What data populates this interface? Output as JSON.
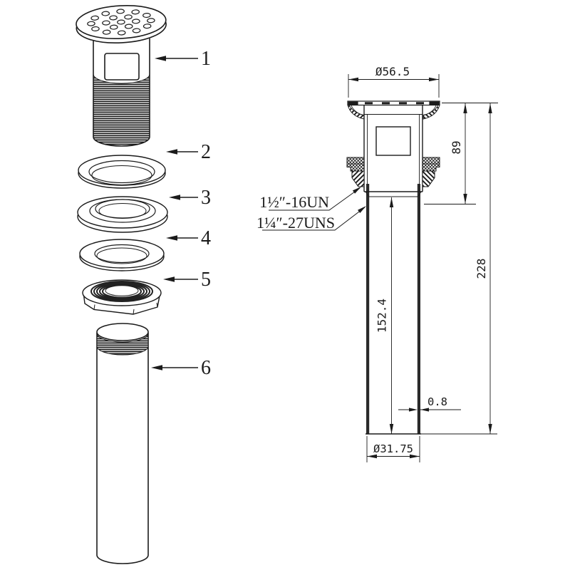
{
  "figure": {
    "kind": "drain-assembly-technical-drawing",
    "background": "#ffffff",
    "line_color": "#1b1b1b"
  },
  "exploded_view": {
    "callouts": [
      {
        "label": "1"
      },
      {
        "label": "2"
      },
      {
        "label": "3"
      },
      {
        "label": "4"
      },
      {
        "label": "5"
      },
      {
        "label": "6"
      }
    ]
  },
  "dimension_view": {
    "top_diameter": "Ø56.5",
    "body_height": "89",
    "overall_length": "228",
    "tube_length": "152.4",
    "wall_thickness": "0.8",
    "tube_diameter": "Ø31.75",
    "thread_label_upper": "1½″-16UN",
    "thread_label_lower": "1¼″-27UNS"
  }
}
